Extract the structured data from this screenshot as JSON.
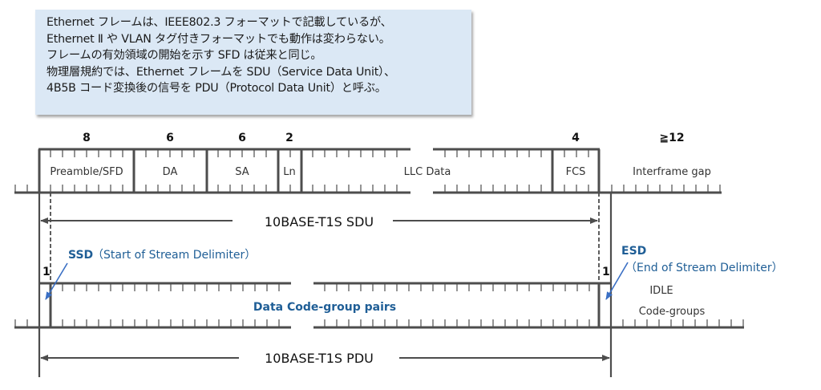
{
  "note": {
    "lines": [
      " Ethernet フレームは、IEEE802.3 フォーマットで記載しているが、",
      "Ethernet Ⅱ や VLAN タグ付きフォーマットでも動作は変わらない。",
      "フレームの有効領域の開始を示す SFD は従来と同じ。",
      "物理層規約では、Ethernet フレームを SDU（Service Data Unit）、",
      "4B5B コード変換後の信号を PDU（Protocol Data Unit）と呼ぶ。"
    ]
  },
  "frame": {
    "fields": [
      {
        "name": "Preamble/SFD",
        "bytes": "8"
      },
      {
        "name": "DA",
        "bytes": "6"
      },
      {
        "name": "SA",
        "bytes": "6"
      },
      {
        "name": "Ln",
        "bytes": "2"
      },
      {
        "name": "LLC Data",
        "bytes": ""
      },
      {
        "name": "FCS",
        "bytes": "4"
      }
    ],
    "interframe_gap": {
      "name": "Interframe gap",
      "bytes": "≧12"
    }
  },
  "sdu_label": "10BASE-T1S SDU",
  "pdu_label": "10BASE-T1S PDU",
  "ssd": {
    "title": "SSD",
    "desc": "（Start of Stream Delimiter）",
    "count": "1"
  },
  "esd": {
    "title": "ESD",
    "desc": "（End of Stream Delimiter）",
    "count": "1"
  },
  "data_code_groups": "Data Code-group pairs",
  "idle": {
    "line1": "IDLE",
    "line2": "Code-groups"
  },
  "colors": {
    "line": "#4d4d4d",
    "accent": "#1f5e96",
    "arrow": "#3a6fc4",
    "note_bg": "#dbe8f5"
  }
}
